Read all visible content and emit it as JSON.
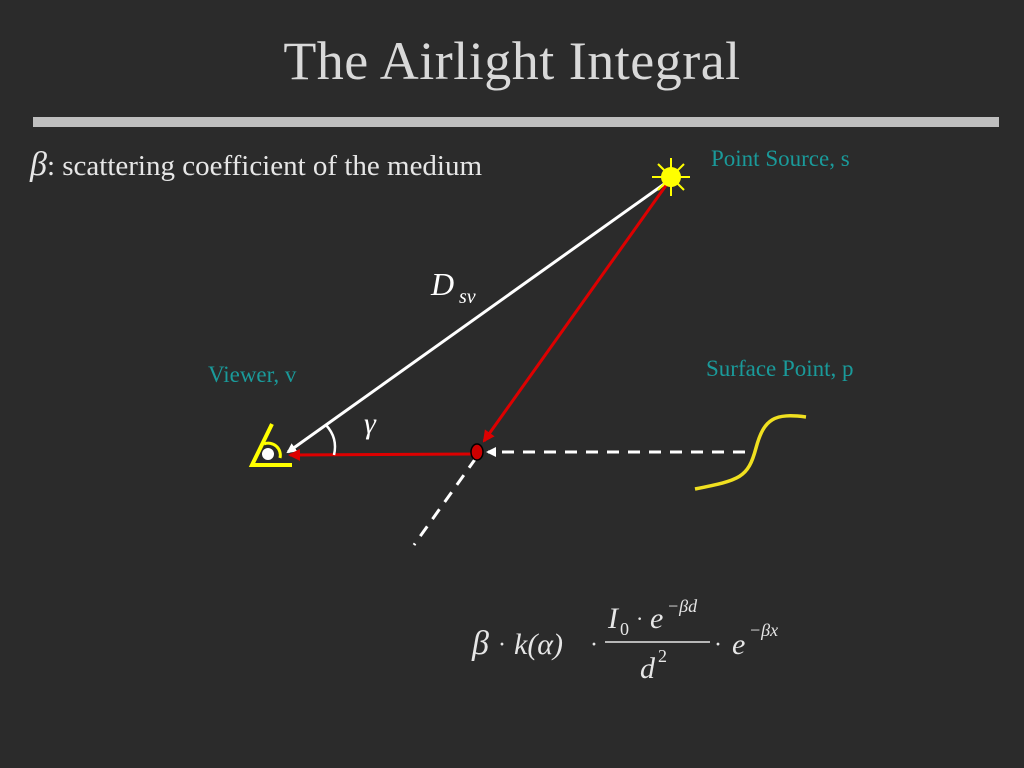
{
  "slide": {
    "title": "The Airlight Integral"
  },
  "definition": {
    "symbol": "β",
    "text": ": scattering coefficient of the medium"
  },
  "labels": {
    "point_source": "Point Source, s",
    "viewer": "Viewer, v",
    "surface_point": "Surface Point, p",
    "distance": "D",
    "distance_subscript": "sv",
    "angle": "γ"
  },
  "formula": {
    "beta": "β",
    "dot": "·",
    "k_alpha": "k(α)",
    "numerator_I": "I",
    "numerator_I_subscript": "0",
    "numerator_e": "e",
    "numerator_exponent": "−βd",
    "denominator_d": "d",
    "denominator_exponent": "2",
    "tail_e": "e",
    "tail_exponent": "−βx"
  },
  "colors": {
    "background": "#2b2b2b",
    "title": "#d9d9d9",
    "rule": "#bfbfbf",
    "teal_label": "#1a9a9a",
    "ray_white": "#ffffff",
    "ray_red": "#dd0000",
    "source_yellow": "#ffff00",
    "curve_yellow": "#f0e020"
  }
}
